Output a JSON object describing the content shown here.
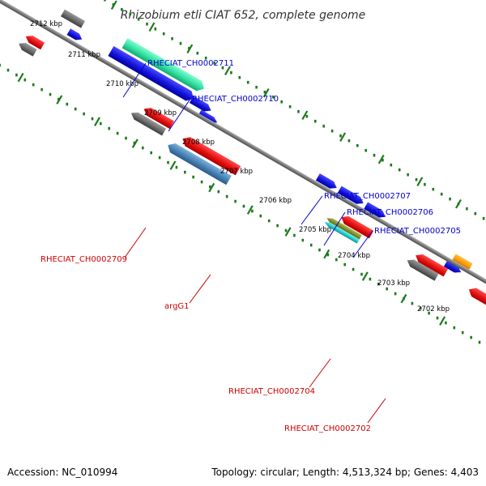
{
  "title": "Rhizobium etli CIAT 652, complete genome",
  "accession": "Accession: NC_010994",
  "topology_info": "Topology: circular; Length: 4,513,324 bp; Genes: 4,403",
  "colors": {
    "backbone": "#7b7b7b",
    "ticks": "#1c7a1c",
    "forward_label": "#0000cc",
    "reverse_label": "#cc0000"
  },
  "kbp_labels": [
    "2712 kbp",
    "2711 kbp",
    "2710 kbp",
    "2709 kbp",
    "2708 kbp",
    "2707 kbp",
    "2706 kbp",
    "2705 kbp",
    "2704 kbp",
    "2703 kbp",
    "2702 kbp"
  ],
  "gene_labels": {
    "forward": [
      "RHECIAT_CH0002711",
      "RHECIAT_CH0002710",
      "RHECIAT_CH0002707",
      "RHECIAT_CH0002706",
      "RHECIAT_CH0002705"
    ],
    "reverse": [
      "RHECIAT_CH0002709",
      "argG1",
      "RHECIAT_CH0002704",
      "RHECIAT_CH0002702"
    ]
  },
  "feature_colors": {
    "red": "#ee1111",
    "blue": "#1a1ad8",
    "gray": "#6e6e6e",
    "light_gray": "#c0c0c0",
    "teal": "#33e0a0",
    "steel": "#4682b4",
    "orange": "#ff9900",
    "cyan": "#22cccc",
    "olive": "#7a8c2a"
  }
}
